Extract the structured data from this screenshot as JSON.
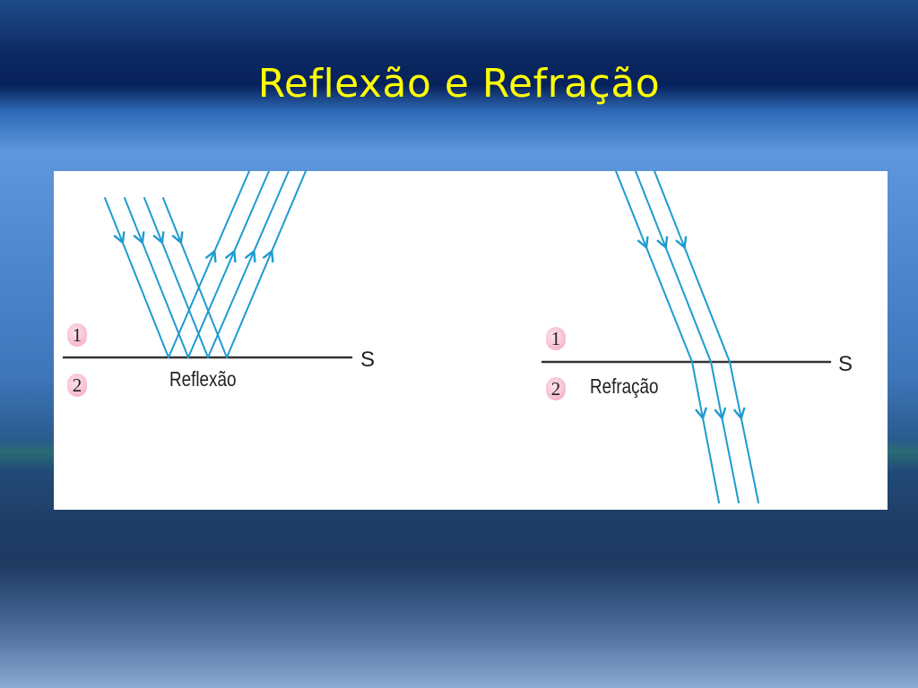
{
  "slide": {
    "title": "Reflexão e Refração"
  },
  "reflection": {
    "label": "Reflexão",
    "medium_1": "1",
    "medium_2": "2",
    "surface": "S"
  },
  "refraction": {
    "label": "Refração",
    "medium_1": "1",
    "medium_2": "2",
    "surface": "S"
  },
  "colors": {
    "ray": "#1e9bd0",
    "surface_line": "#333333",
    "title": "#ffff00",
    "badge": "#f4a7bd"
  }
}
